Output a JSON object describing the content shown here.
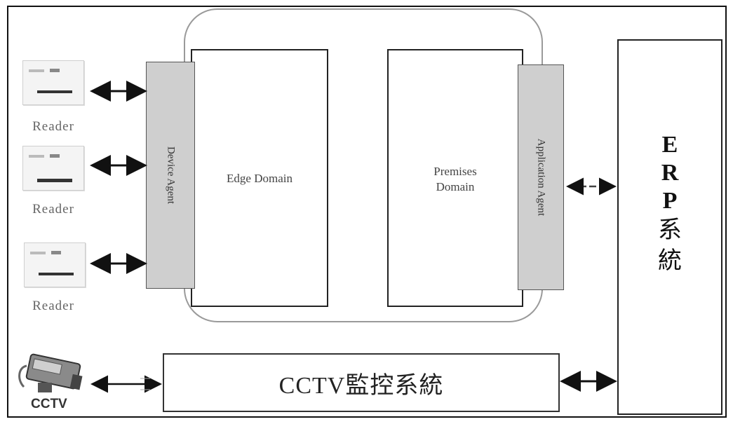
{
  "device_agent": "Device Agent",
  "edge_domain": "Edge Domain",
  "premises_domain": {
    "line1": "Premises",
    "line2": "Domain"
  },
  "application_agent": "Application Agent",
  "erp": {
    "line1": "E",
    "line2": "R",
    "line3": "P",
    "line4": "系",
    "line5": "統"
  },
  "cctv_system": "CCTV監控系統",
  "readers": [
    {
      "label": "Reader"
    },
    {
      "label": "Reader"
    },
    {
      "label": "Reader"
    }
  ],
  "camera_label": "CCTV",
  "icons": [
    "reader-device-icon",
    "cctv-camera-icon",
    "double-arrow-icon"
  ]
}
